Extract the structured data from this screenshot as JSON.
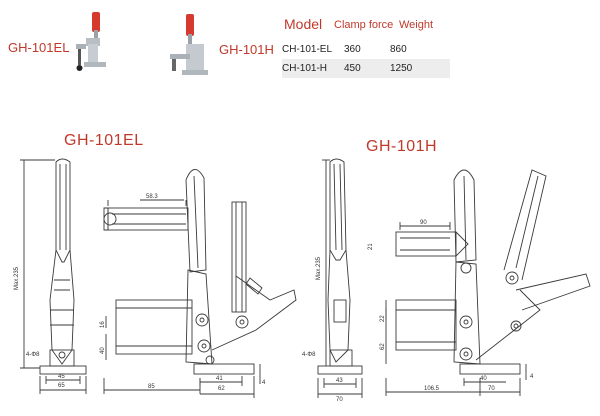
{
  "products": [
    {
      "label": "GH-101EL"
    },
    {
      "label": "GH-101H"
    }
  ],
  "spec_table": {
    "title": "Model",
    "headers": [
      "Clamp force",
      "Weight"
    ],
    "rows": [
      {
        "model": "CH-101-EL",
        "force": "360",
        "weight": "860"
      },
      {
        "model": "CH-101-H",
        "force": "450",
        "weight": "1250"
      }
    ]
  },
  "drawings": {
    "left": {
      "title": "GH-101EL",
      "dims": {
        "height": "Max.235",
        "handle_len": "58.3",
        "hole": "4-Φ8",
        "d45": "45",
        "d65": "65",
        "d85": "85",
        "d41": "41",
        "d62": "62",
        "d4": "4",
        "d16": "16",
        "d40": "40"
      }
    },
    "right": {
      "title": "GH-101H",
      "dims": {
        "height": "Max.235",
        "handle_len": "90",
        "hole": "4-Φ8",
        "d43": "43",
        "d70a": "70",
        "d106": "106.5",
        "d40": "40",
        "d70b": "70",
        "d4": "4",
        "d22": "22",
        "d62v": "62",
        "d21": "21"
      }
    }
  },
  "colors": {
    "accent": "#c0392b",
    "product_red": "#d63a2f",
    "line": "#3a3a3a"
  }
}
